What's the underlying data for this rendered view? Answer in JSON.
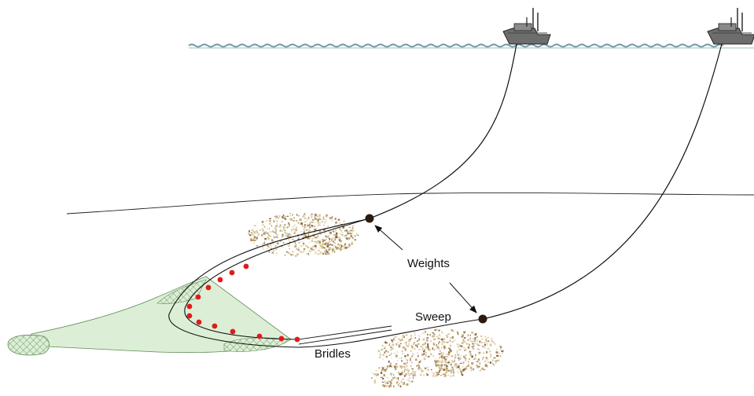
{
  "labels": {
    "weights": "Weights",
    "sweep": "Sweep",
    "bridles": "Bridles"
  },
  "colors": {
    "sea_surface": "#6f9aa8",
    "net_fill": "#dcefd6",
    "net_mesh": "#5d8a55",
    "float": "#e01b1b",
    "weight": "#2a1a0f",
    "fish_a": "#b89a5a",
    "fish_b": "#7d5a32",
    "fish_c": "#d7c48c",
    "line": "#111111"
  }
}
